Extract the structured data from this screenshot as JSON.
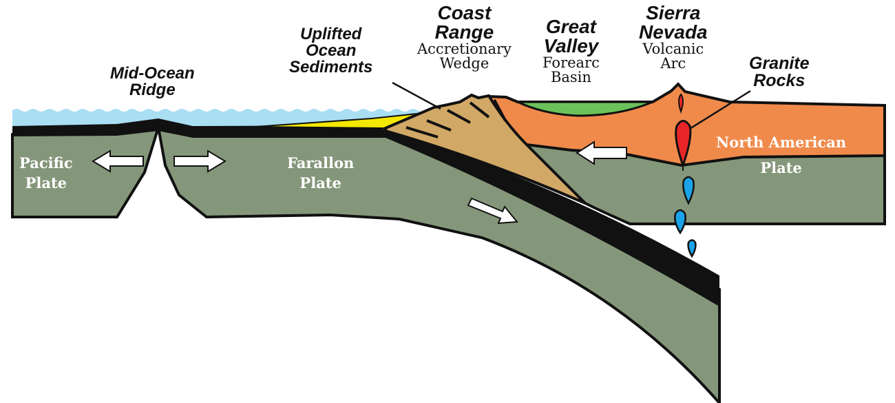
{
  "labels": {
    "mid_ocean_ridge": [
      "Mid-Ocean",
      "Ridge"
    ],
    "uplifted_sediments": [
      "Uplifted",
      "Ocean",
      "Sediments"
    ],
    "coast_range": {
      "title": [
        "Coast",
        "Range"
      ],
      "subtitle": [
        "Accretionary",
        "Wedge"
      ]
    },
    "great_valley": {
      "title": [
        "Great",
        "Valley"
      ],
      "subtitle": [
        "Forearc",
        "Basin"
      ]
    },
    "sierra_nevada": {
      "title": [
        "Sierra",
        "Nevada"
      ],
      "subtitle": [
        "Volcanic",
        "Arc"
      ]
    },
    "granite_rocks": [
      "Granite",
      "Rocks"
    ],
    "pacific_plate": [
      "Pacific",
      "Plate"
    ],
    "farallon_plate": [
      "Farallon",
      "Plate"
    ],
    "north_american_plate": [
      "North American",
      "Plate"
    ]
  },
  "colors": {
    "ocean": "#a9def3",
    "oceanic_plate": "#85977a",
    "crust": "#111111",
    "sediments": "#f5e800",
    "wedge": "#d2a866",
    "continental": "#f08a4b",
    "basin": "#6cc25a",
    "granite_magma": "#e8262a",
    "rising_magma": "#1aa3e8"
  }
}
